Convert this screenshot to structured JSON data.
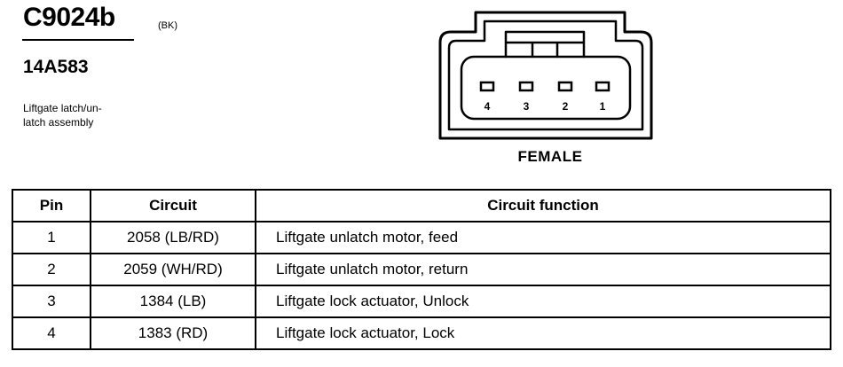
{
  "connector": {
    "id": "C9024b",
    "color_code": "(BK)",
    "part_number": "14A583",
    "description_lines": [
      "Liftgate latch/un-",
      "latch assembly"
    ],
    "gender": "FEMALE",
    "pin_labels": [
      "4",
      "3",
      "2",
      "1"
    ]
  },
  "table": {
    "headers": [
      "Pin",
      "Circuit",
      "Circuit function"
    ],
    "rows": [
      {
        "pin": "1",
        "circuit": "2058 (LB/RD)",
        "function": "Liftgate unlatch motor, feed"
      },
      {
        "pin": "2",
        "circuit": "2059 (WH/RD)",
        "function": "Liftgate unlatch motor, return"
      },
      {
        "pin": "3",
        "circuit": "1384 (LB)",
        "function": "Liftgate lock actuator, Unlock"
      },
      {
        "pin": "4",
        "circuit": "1383 (RD)",
        "function": "Liftgate lock actuator, Lock"
      }
    ]
  }
}
